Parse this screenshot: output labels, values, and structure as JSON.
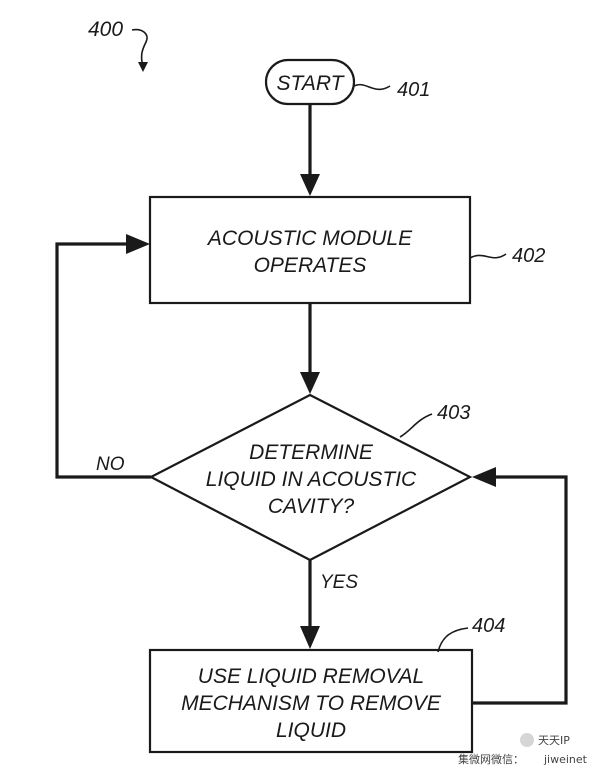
{
  "figure_label": "400",
  "nodes": {
    "start": {
      "text": "START",
      "ref": "401"
    },
    "operate": {
      "lines": [
        "ACOUSTIC MODULE",
        "OPERATES"
      ],
      "ref": "402"
    },
    "determine": {
      "lines": [
        "DETERMINE",
        "LIQUID IN ACOUSTIC",
        "CAVITY?"
      ],
      "ref": "403"
    },
    "remove": {
      "lines": [
        "USE LIQUID REMOVAL",
        "MECHANISM TO REMOVE",
        "LIQUID"
      ],
      "ref": "404"
    }
  },
  "edges": {
    "no_label": "NO",
    "yes_label": "YES"
  },
  "watermark": {
    "prefix": "集微网微信：",
    "handle": "jiweinet",
    "brand": "天天IP"
  },
  "colors": {
    "line": "#1a1a1a",
    "background": "#ffffff"
  }
}
